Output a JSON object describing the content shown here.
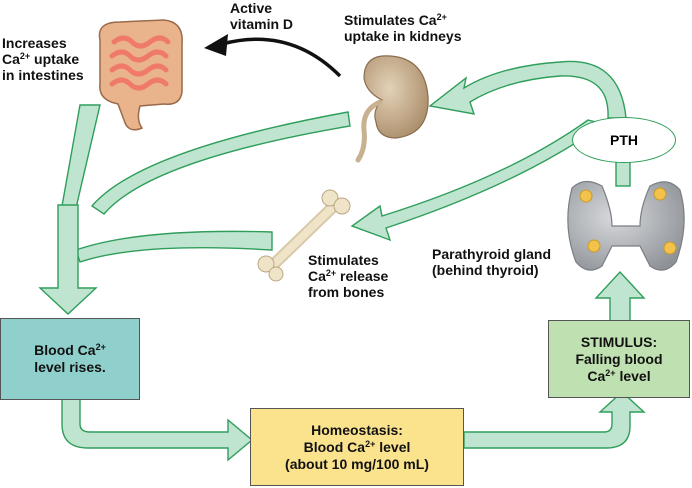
{
  "labels": {
    "intestine_line1": "Increases",
    "intestine_line2_pre": "Ca",
    "intestine_line2_sup": "2+",
    "intestine_line2_post": " uptake",
    "intestine_line3": "in intestines",
    "vitd_line1": "Active",
    "vitd_line2": "vitamin D",
    "kidney_line1_pre": "Stimulates Ca",
    "kidney_line1_sup": "2+",
    "kidney_line2": "uptake in kidneys",
    "pth": "PTH",
    "bone_line1": "Stimulates",
    "bone_line2_pre": "Ca",
    "bone_line2_sup": "2+",
    "bone_line2_post": " release",
    "bone_line3": "from bones",
    "gland_line1": "Parathyroid gland",
    "gland_line2": "(behind thyroid)"
  },
  "boxes": {
    "blood_rises": {
      "line1_pre": "Blood Ca",
      "line1_sup": "2+",
      "line2": "level rises.",
      "color": "#8fd0cc"
    },
    "homeostasis": {
      "line1": "Homeostasis:",
      "line2_pre": "Blood Ca",
      "line2_sup": "2+",
      "line2_post": " level",
      "line3": "(about 10 mg/100 mL)",
      "color": "#fbe38e"
    },
    "stimulus": {
      "line1": "STIMULUS:",
      "line2": "Falling blood",
      "line3_pre": "Ca",
      "line3_sup": "2+",
      "line3_post": " level",
      "color": "#bfe0b0"
    }
  },
  "colors": {
    "arrow_fill": "#bfe4d0",
    "arrow_stroke": "#2f9e5a",
    "black_arrow": "#111111"
  },
  "icons": [
    "intestine-icon",
    "kidney-icon",
    "bone-icon",
    "parathyroid-gland-icon"
  ]
}
